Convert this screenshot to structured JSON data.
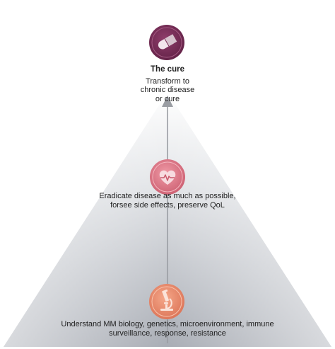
{
  "colors": {
    "cure_node": "#7a2f58",
    "middle_node": "#de7f8f",
    "bottom_node": "#ec8c70",
    "pyramid_base": "#a8acb4",
    "arrow": "#9a9da3"
  },
  "levels": [
    {
      "icon": "pill-icon",
      "title": "The cure",
      "lines": [
        "Transform to",
        "chronic disease",
        "or cure"
      ]
    },
    {
      "icon": "heart-pulse-icon",
      "lines": [
        "Eradicate disease as much as possible,",
        "forsee side effects, preserve QoL"
      ]
    },
    {
      "icon": "microscope-icon",
      "lines": [
        "Understand MM biology, genetics, microenvironment, immune",
        "surveillance, response, resistance"
      ]
    }
  ]
}
